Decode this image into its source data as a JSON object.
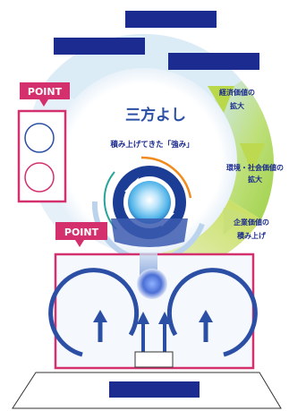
{
  "diagram": {
    "center_title": "三方よし",
    "center_subtitle": "積み上げてきた「強み」",
    "cycle_labels": [
      {
        "line1": "経済価値の",
        "line2": "拡大"
      },
      {
        "line1": "環境・社会価値の",
        "line2": "拡大"
      },
      {
        "line1": "企業価値の",
        "line2": "積み上げ"
      }
    ],
    "point_badge_1": "POINT",
    "point_badge_2": "POINT"
  },
  "colors": {
    "navy": "#1b2b8f",
    "blue": "#2c4fa6",
    "magenta": "#d4306e",
    "cycle_green": "#c7dc4a",
    "cycle_blue": "#5aa7e0",
    "orange": "#f08b1c"
  },
  "icons": [
    "arrow-up-icon",
    "circular-arrow-icon",
    "glowing-orb-icon"
  ]
}
